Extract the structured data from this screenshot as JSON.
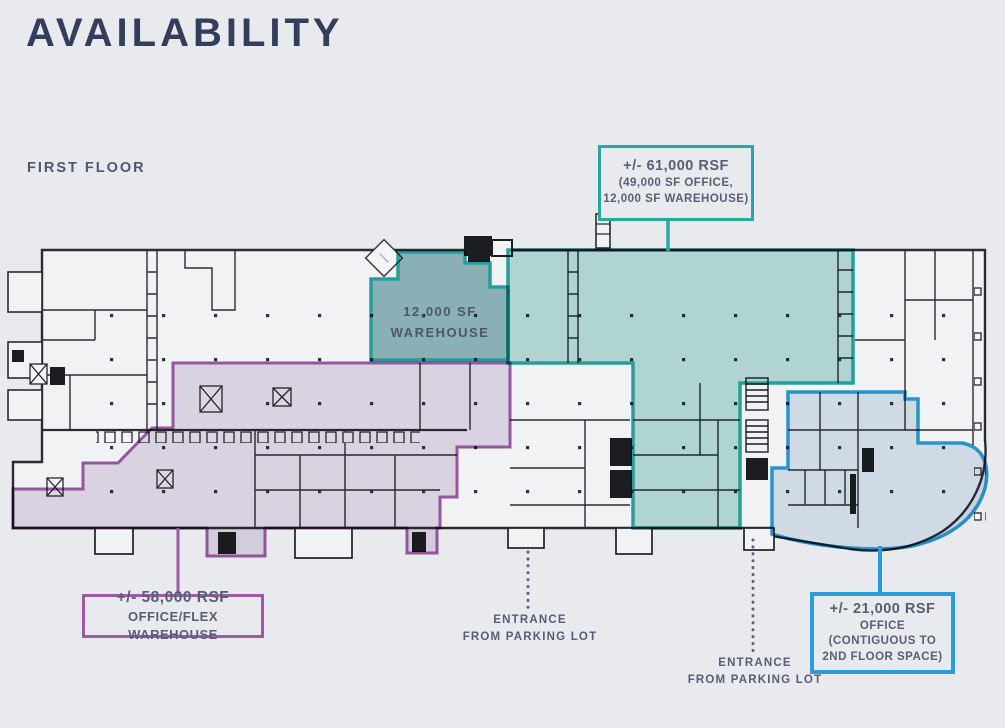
{
  "page": {
    "title": "AVAILABILITY",
    "floor_label": "FIRST FLOOR"
  },
  "regions": [
    {
      "name": "office-warehouse-61000",
      "color": "#29a7a1",
      "fill": "#aedad6",
      "callout_lines": [
        "+/- 61,000 RSF",
        "(49,000 SF OFFICE,",
        "12,000 SF WAREHOUSE)"
      ]
    },
    {
      "name": "office-flex-warehouse-58000",
      "color": "#9d5ba6",
      "fill": "#e3dcea",
      "callout_lines": [
        "+/- 58,000 RSF",
        "OFFICE/FLEX WAREHOUSE"
      ]
    },
    {
      "name": "office-21000",
      "color": "#2a9cd7",
      "fill": "#d7e3ed",
      "callout_lines": [
        "+/- 21,000 RSF",
        "OFFICE",
        "(CONTIGUOUS TO",
        "2ND FLOOR SPACE)"
      ]
    }
  ],
  "plan_labels": {
    "warehouse": [
      "12,000 SF",
      "WAREHOUSE"
    ],
    "entrance_1": [
      "ENTRANCE",
      "FROM PARKING LOT"
    ],
    "entrance_2": [
      "ENTRANCE",
      "FROM PARKING LOT"
    ]
  },
  "colors": {
    "background": "#e9eaee",
    "title_text": "#333e5d",
    "wall": "#2b2c30",
    "warehouse_dark_fill": "#7fadb0"
  }
}
